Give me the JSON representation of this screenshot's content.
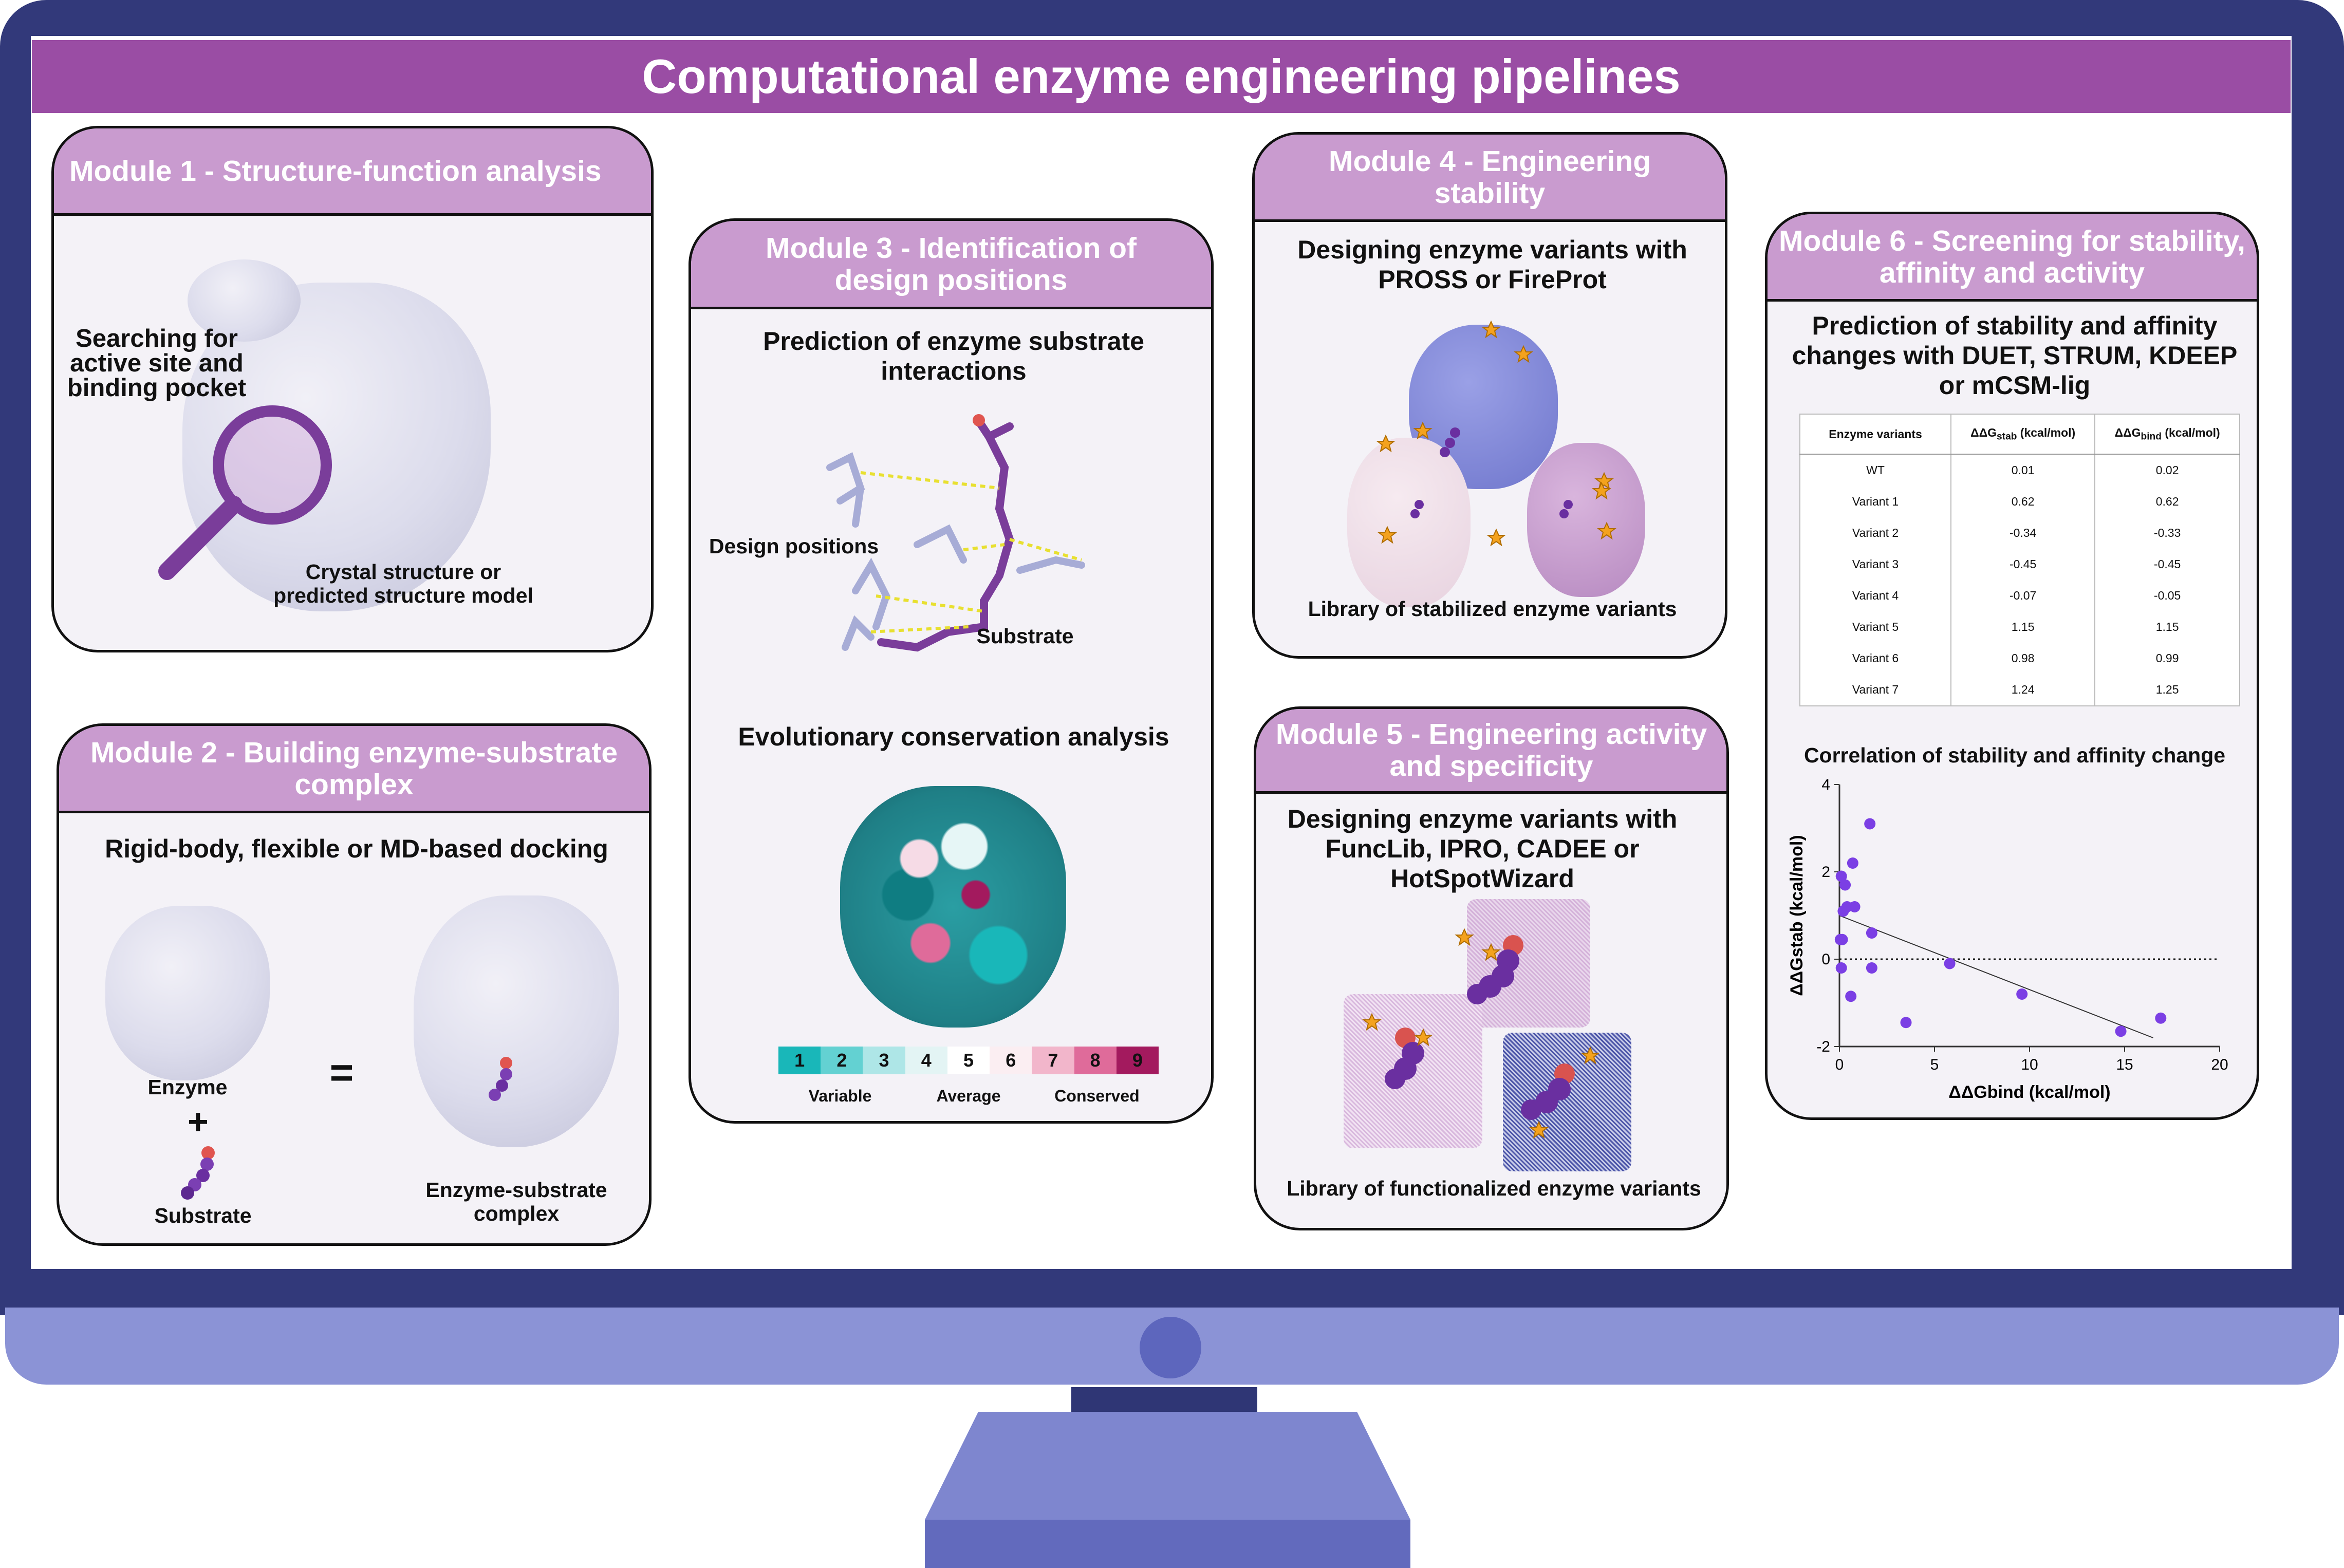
{
  "title": "Computational enzyme engineering pipelines",
  "colors": {
    "bezel": "#32397a",
    "chin": "#8b93d6",
    "title_bar": "#9a4da4",
    "module_header": "#c99bcf",
    "module_body": "#f4f2f7",
    "accent_purple": "#7a3d9a"
  },
  "module1": {
    "title": "Module 1 - Structure-function analysis",
    "search_label": [
      "Searching for",
      "active site and",
      "binding pocket"
    ],
    "structure_label": [
      "Crystal structure or",
      "predicted structure model"
    ]
  },
  "module2": {
    "title": [
      "Module 2 - Building enzyme-substrate",
      "complex"
    ],
    "subtitle": "Rigid-body, flexible or MD-based docking",
    "enzyme_label": "Enzyme",
    "plus": "+",
    "equals": "=",
    "substrate_label": "Substrate",
    "complex_label": [
      "Enzyme-substrate",
      "complex"
    ]
  },
  "module3": {
    "title": [
      "Module 3 - Identification of",
      "design positions"
    ],
    "subtitle1": [
      "Prediction of enzyme substrate",
      "interactions"
    ],
    "design_positions_label": "Design positions",
    "substrate_label": "Substrate",
    "subtitle2": "Evolutionary conservation analysis",
    "scale": [
      "1",
      "2",
      "3",
      "4",
      "5",
      "6",
      "7",
      "8",
      "9"
    ],
    "scale_colors": [
      "#19b7b9",
      "#63d1d2",
      "#aee6e7",
      "#e3f4f4",
      "#ffffff",
      "#fbeef2",
      "#f2b6cb",
      "#df6b9a",
      "#a31a5e"
    ],
    "scale_labels": [
      "Variable",
      "Average",
      "Conserved"
    ]
  },
  "module4": {
    "title": "Module 4 - Engineering stability",
    "subtitle": [
      "Designing enzyme variants with",
      "PROSS or FireProt"
    ],
    "caption": "Library of stabilized enzyme variants"
  },
  "module5": {
    "title": [
      "Module 5 - Engineering activity",
      "and specificity"
    ],
    "subtitle": [
      "Designing enzyme variants with",
      "FuncLib, IPRO, CADEE or",
      "HotSpotWizard"
    ],
    "caption": "Library of functionalized enzyme variants"
  },
  "module6": {
    "title": [
      "Module 6 - Screening for stability,",
      "affinity and activity"
    ],
    "subtitle": [
      "Prediction of stability and affinity",
      "changes with DUET, STRUM, KDEEP",
      "or mCSM-lig"
    ],
    "table": {
      "headers": {
        "c1": "Enzyme variants",
        "ddg": "ΔΔG",
        "stab_sub": "stab",
        "bind_sub": "bind",
        "unit": " (kcal/mol)"
      },
      "rows": [
        {
          "variant": "WT",
          "stab": "0.01",
          "bind": "0.02"
        },
        {
          "variant": "Variant 1",
          "stab": "0.62",
          "bind": "0.62"
        },
        {
          "variant": "Variant 2",
          "stab": "-0.34",
          "bind": "-0.33"
        },
        {
          "variant": "Variant 3",
          "stab": "-0.45",
          "bind": "-0.45"
        },
        {
          "variant": "Variant 4",
          "stab": "-0.07",
          "bind": "-0.05"
        },
        {
          "variant": "Variant 5",
          "stab": "1.15",
          "bind": "1.15"
        },
        {
          "variant": "Variant 6",
          "stab": "0.98",
          "bind": "0.99"
        },
        {
          "variant": "Variant 7",
          "stab": "1.24",
          "bind": "1.25"
        }
      ]
    },
    "chart_title": "Correlation of stability and affinity change"
  },
  "chart_data": {
    "type": "scatter",
    "title": "Correlation of stability and affinity change",
    "xlabel": "ΔΔGbind (kcal/mol)",
    "ylabel": "ΔΔGstab (kcal/mol)",
    "xlim": [
      0,
      20
    ],
    "ylim": [
      -2,
      4
    ],
    "xticks": [
      0,
      5,
      10,
      15,
      20
    ],
    "yticks": [
      -2,
      0,
      2,
      4
    ],
    "zero_line": "dotted",
    "trendline": [
      [
        0,
        1.0
      ],
      [
        16.5,
        -1.8
      ]
    ],
    "point_color": "#7b3fe4",
    "points": [
      [
        0.1,
        1.9
      ],
      [
        0.3,
        1.7
      ],
      [
        0.7,
        2.2
      ],
      [
        1.6,
        3.1
      ],
      [
        0.2,
        1.1
      ],
      [
        0.4,
        1.2
      ],
      [
        0.8,
        1.2
      ],
      [
        0.05,
        0.45
      ],
      [
        0.15,
        0.45
      ],
      [
        1.7,
        0.6
      ],
      [
        0.1,
        -0.2
      ],
      [
        1.7,
        -0.2
      ],
      [
        5.8,
        -0.1
      ],
      [
        0.6,
        -0.85
      ],
      [
        9.6,
        -0.8
      ],
      [
        3.5,
        -1.45
      ],
      [
        14.8,
        -1.65
      ],
      [
        16.9,
        -1.35
      ]
    ]
  }
}
